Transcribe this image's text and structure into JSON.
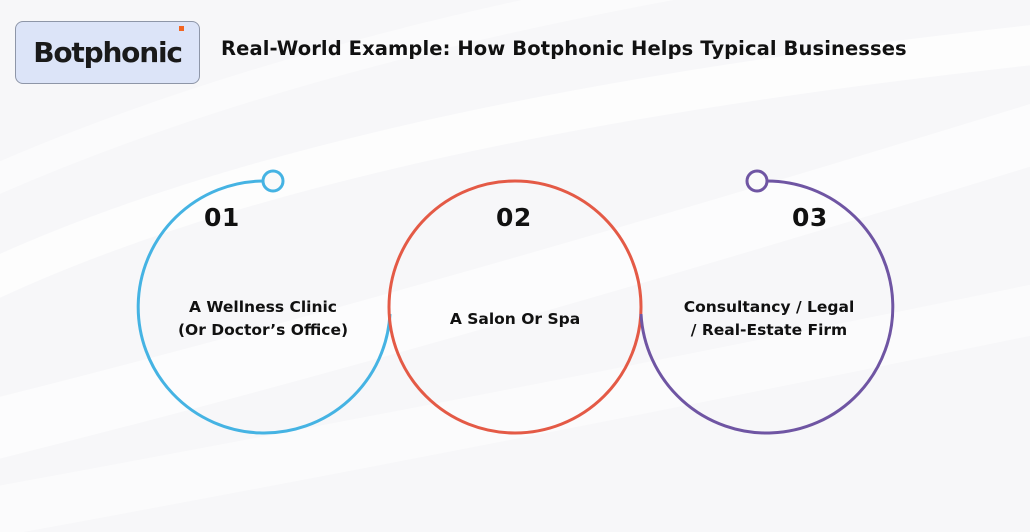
{
  "logo": {
    "text": "Botphonic",
    "accent_color": "#f26522"
  },
  "header": {
    "title": "Real-World Example: How Botphonic Helps Typical Businesses"
  },
  "steps": [
    {
      "number": "01",
      "label_line1": "A Wellness Clinic",
      "label_line2": "(Or Doctor’s Office)",
      "color": "#45b3e3"
    },
    {
      "number": "02",
      "label_line1": "A Salon Or Spa",
      "label_line2": "",
      "color": "#e45a46"
    },
    {
      "number": "03",
      "label_line1": "Consultancy / Legal",
      "label_line2": "/ Real-Estate Firm",
      "color": "#6f55a3"
    }
  ]
}
